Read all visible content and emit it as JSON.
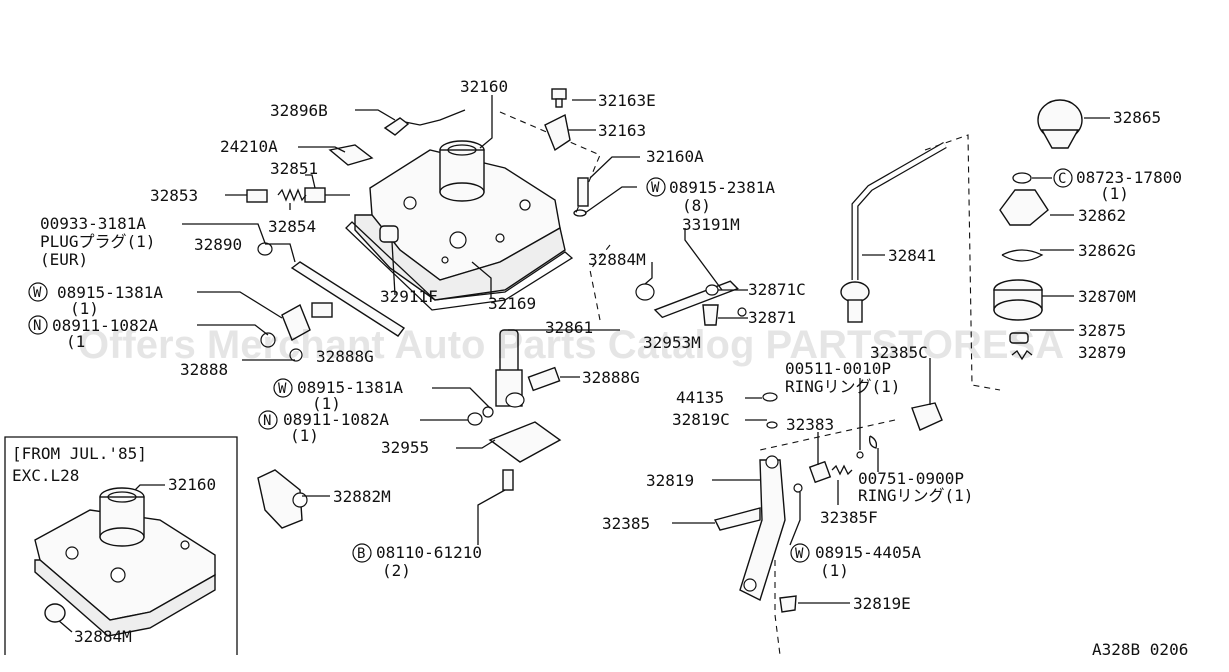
{
  "labels": {
    "p32160": "32160",
    "p32896B": "32896B",
    "p32163E": "32163E",
    "p32163": "32163",
    "p24210A": "24210A",
    "p32160A": "32160A",
    "p32851": "32851",
    "p32853": "32853",
    "p08915_2381A": "08915-2381A",
    "p08915_2381A_qty": "(8)",
    "p32854": "32854",
    "p00933": "00933-3181A",
    "plug_line": "PLUGプラグ(1)",
    "eur_line": "(EUR)",
    "p33191M": "33191M",
    "p32884M": "32884M",
    "p32890": "32890",
    "p32911F": "32911F",
    "p32169": "32169",
    "p32871C": "32871C",
    "p32871": "32871",
    "p08915_1381A_top": "08915-1381A",
    "p08915_1381A_top_qty": "(1)",
    "p08911_top": "08911-1082A",
    "p08911_top_qty": "(1",
    "p32861": "32861",
    "p32953M": "32953M",
    "p32888G_left": "32888G",
    "p32888": "32888",
    "p32888G_right": "32888G",
    "p08915_1381A_mid": "08915-1381A",
    "p08915_1381A_mid_qty": "(1)",
    "p08911_mid": "08911-1082A",
    "p08911_mid_qty": "(1)",
    "p32955": "32955",
    "p32882M": "32882M",
    "p08110": "08110-61210",
    "p08110_qty": "(2)",
    "p32865": "32865",
    "p08723": "08723-17800",
    "p08723_qty": "(1)",
    "p32862": "32862",
    "p32862G": "32862G",
    "p32841": "32841",
    "p32870M": "32870M",
    "p32875": "32875",
    "p32879": "32879",
    "p32385C": "32385C",
    "p00511": "00511-0010P",
    "ring1": "RINGリング(1)",
    "p44135": "44135",
    "p32819C": "32819C",
    "p32383": "32383",
    "p32819": "32819",
    "p00751": "00751-0900P",
    "ring2": "RINGリング(1)",
    "p32385": "32385",
    "p32385F": "32385F",
    "p08915_4405A": "08915-4405A",
    "p08915_4405A_qty": "(1)",
    "p32819E": "32819E",
    "inset_line1": "[FROM JUL.'85]",
    "inset_line2": "EXC.L28",
    "inset_p32160": "32160",
    "inset_p32884M": "32884M",
    "diagram_id": "A328B 0206"
  },
  "markers": {
    "W": "W",
    "N": "N",
    "B": "B",
    "C": "C"
  },
  "watermark": "Offers Merchant Auto Parts Catalog PARTSTORESA"
}
